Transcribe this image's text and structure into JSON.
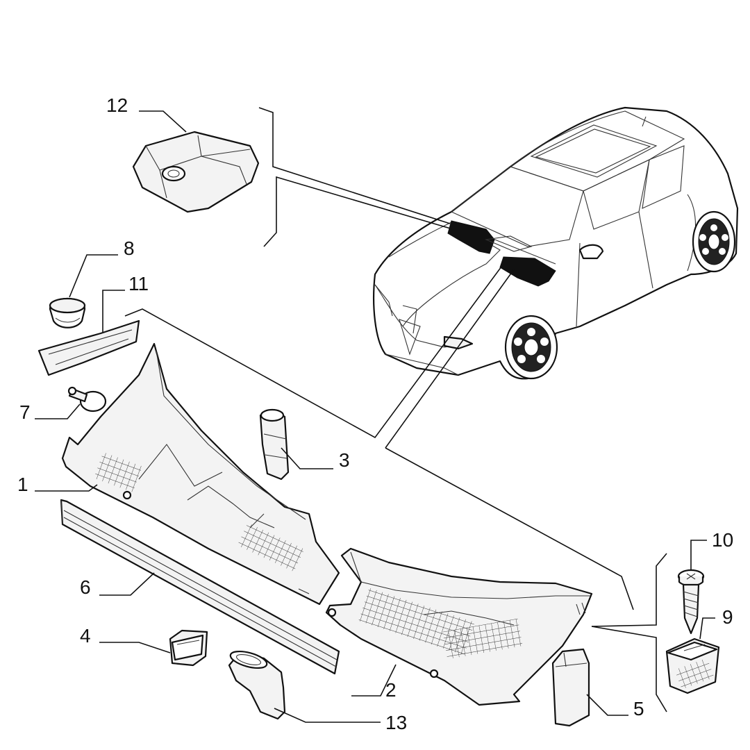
{
  "callouts": {
    "p1": "1",
    "p2": "2",
    "p3": "3",
    "p4": "4",
    "p5": "5",
    "p6": "6",
    "p7": "7",
    "p8": "8",
    "p9": "9",
    "p10": "10",
    "p11": "11",
    "p12": "12",
    "p13": "13"
  }
}
